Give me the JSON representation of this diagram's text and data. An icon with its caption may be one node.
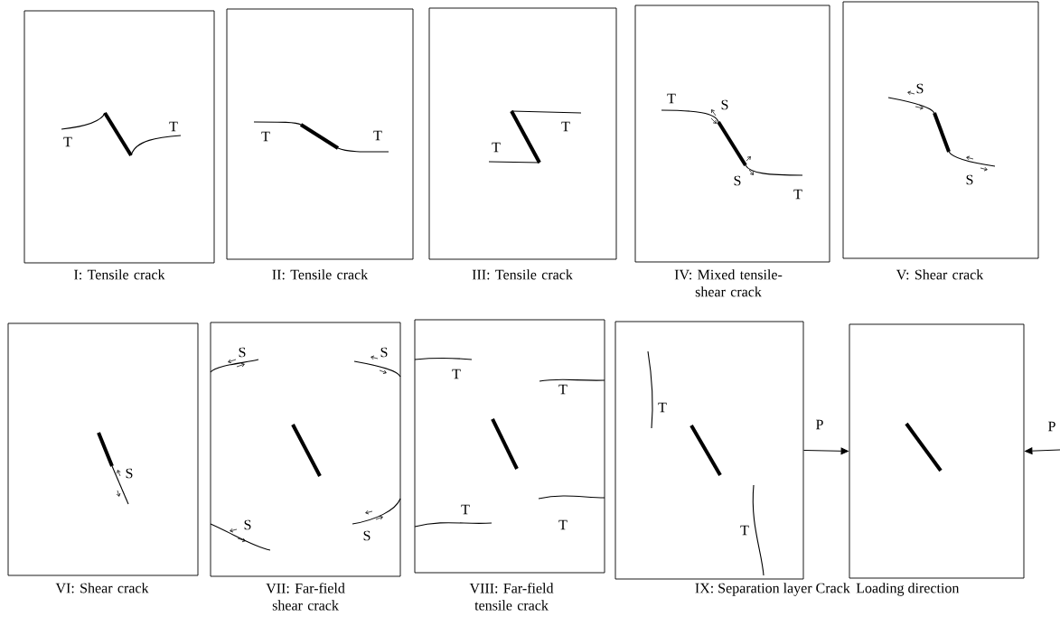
{
  "diagram": {
    "nodes": [
      {
        "text": [
          "T",
          "T"
        ],
        "beside": [
          "I: Tensile crack"
        ]
      },
      {
        "text": [
          "T",
          "T"
        ],
        "beside": [
          "II: Tensile crack"
        ]
      },
      {
        "text": [
          "T",
          "T"
        ],
        "beside": [
          "III: Tensile crack"
        ]
      },
      {
        "text": [
          "T",
          "S",
          "S",
          "T"
        ],
        "beside": [
          "IV: Mixed tensile-shear crack"
        ]
      },
      {
        "text": [
          "S",
          "S"
        ],
        "beside": [
          "V: Shear crack"
        ]
      },
      {
        "text": [
          "S"
        ],
        "beside": [
          "VI: Shear crack"
        ]
      },
      {
        "text": [
          "S",
          "S",
          "S",
          "S"
        ],
        "beside": [
          "VII: Far-field shear crack"
        ]
      },
      {
        "text": [
          "T",
          "T",
          "T",
          "T"
        ],
        "beside": [
          "VIII: Far-field tensile crack"
        ]
      },
      {
        "text": [
          "T",
          "T"
        ],
        "beside": [
          "IX: Separation layer Crack"
        ]
      },
      {
        "text": [],
        "shape": "box",
        "beside": [
          "Loading direction"
        ]
      }
    ],
    "edges": [
      {
        "from": 8,
        "to": 9,
        "arrow": "to",
        "label": "P"
      },
      {
        "from": null,
        "to": 9,
        "arrow": "to",
        "label": "P"
      }
    ]
  }
}
